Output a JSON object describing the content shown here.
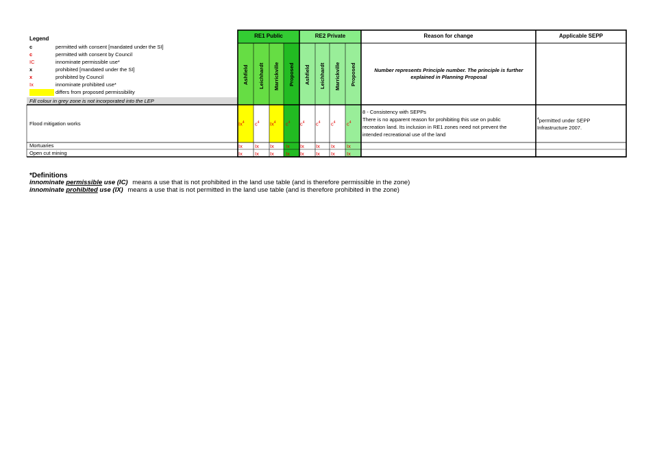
{
  "legend": {
    "title": "Legend",
    "items": [
      {
        "code": "c",
        "desc": "permitted with consent [mandated under the SI]",
        "color": "#000000"
      },
      {
        "code": "c",
        "desc": "permitted with consent by Council",
        "color": "#e00000"
      },
      {
        "code": "IC",
        "desc": "innominate permissible use*",
        "color": "#e00000"
      },
      {
        "code": "x",
        "desc": "prohibited [mandated under the SI]",
        "color": "#000000"
      },
      {
        "code": "x",
        "desc": "prohibited by Council",
        "color": "#e00000"
      },
      {
        "code": "Ix",
        "desc": "innominate prohibited use*",
        "color": "#e00000"
      },
      {
        "code": "",
        "desc": "differs from proposed permissibility",
        "color": "#000000"
      }
    ],
    "grey_note": "Fill colour in grey  zone is not incorporated into the LEP"
  },
  "table": {
    "group_headers": {
      "re1": "RE1 Public",
      "re2": "RE2 Private",
      "reason": "Reason for change",
      "sepp": "Applicable SEPP"
    },
    "columns": [
      "Ashfield",
      "Leichhardt",
      "Marrickville",
      "Proposed",
      "Ashfield",
      "Leichhardt",
      "Marrickville",
      "Proposed"
    ],
    "principle_note": "Number represents Principle number. The principle is further explained in Planning Proposal",
    "rows": [
      {
        "label": "Flood mitigation works",
        "codes": [
          "Ix",
          "c",
          "Ix",
          "c",
          "c",
          "c",
          "c",
          "c"
        ],
        "sup": "4",
        "reason_title": "8 - Consistency with SEPPs",
        "reason_body1": "There is no apparent reason for prohibiting this use on public",
        "reason_body2": "recreation land. Its inclusion in RE1 zones need not prevent the",
        "reason_body3": "intended recreational use of the land",
        "sepp_sup": "4",
        "sepp1": "permitted under  SEPP",
        "sepp2": "Infrastructure 2007."
      },
      {
        "label": "Mortuaries",
        "codes": [
          "Ix",
          "Ix",
          "Ix",
          "Ix",
          "Ix",
          "Ix",
          "Ix",
          "Ix"
        ]
      },
      {
        "label": "Open cut mining",
        "codes": [
          "Ix",
          "Ix",
          "Ix",
          "Ix",
          "Ix",
          "Ix",
          "Ix",
          "Ix"
        ]
      }
    ]
  },
  "definitions": {
    "title": "*Definitions",
    "line1_pre": "innominate",
    "line1_key": "permissible",
    "line1_post": " use (IC)",
    "line1_text": "means a use that is not prohibited in the land use table (and is therefore permissible in the zone)",
    "line2_pre": "innominate",
    "line2_key": "prohibited",
    "line2_post": " use (IX)",
    "line2_text": "means a use that is not permitted in the land use table (and is therefore prohibited in the zone)"
  },
  "colors": {
    "re1_header": "#33cc33",
    "re1_col_light": "#66dd44",
    "re1_proposed": "#22bb22",
    "re2_header": "#88ee88",
    "re2_proposed": "#99ee99",
    "highlight": "#ffff00",
    "grey": "#d9d9d9"
  }
}
